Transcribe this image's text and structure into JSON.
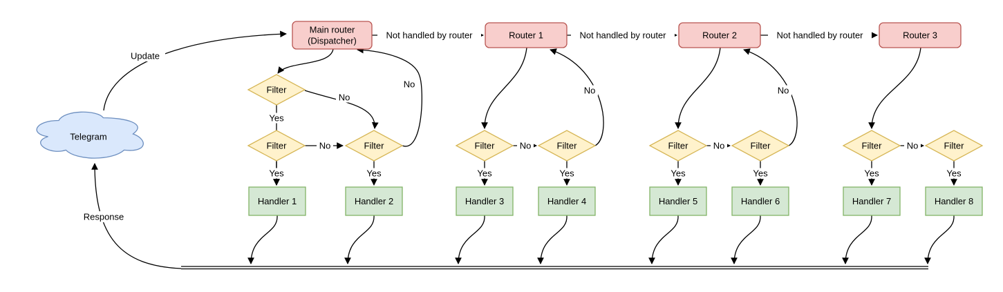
{
  "diagram": {
    "labels": {
      "update": "Update",
      "response": "Response",
      "not_handled": "Not handled by router",
      "yes": "Yes",
      "no": "No",
      "filter": "Filter"
    },
    "telegram": {
      "label": "Telegram"
    },
    "dispatcher": {
      "line1": "Main router",
      "line2": "(Dispatcher)"
    },
    "routers": [
      {
        "label": "Router 1"
      },
      {
        "label": "Router 2"
      },
      {
        "label": "Router 3"
      }
    ],
    "handlers": [
      {
        "label": "Handler 1"
      },
      {
        "label": "Handler 2"
      },
      {
        "label": "Handler 3"
      },
      {
        "label": "Handler 4"
      },
      {
        "label": "Handler 5"
      },
      {
        "label": "Handler 6"
      },
      {
        "label": "Handler 7"
      },
      {
        "label": "Handler 8"
      }
    ],
    "colors": {
      "telegram_fill": "#dae8fc",
      "telegram_stroke": "#6c8ebf",
      "router_fill": "#f8cecc",
      "router_stroke": "#b85450",
      "filter_fill": "#fff2cc",
      "filter_stroke": "#d6b656",
      "handler_fill": "#d5e8d4",
      "handler_stroke": "#82b366",
      "edge": "#000000",
      "background": "#ffffff"
    }
  }
}
